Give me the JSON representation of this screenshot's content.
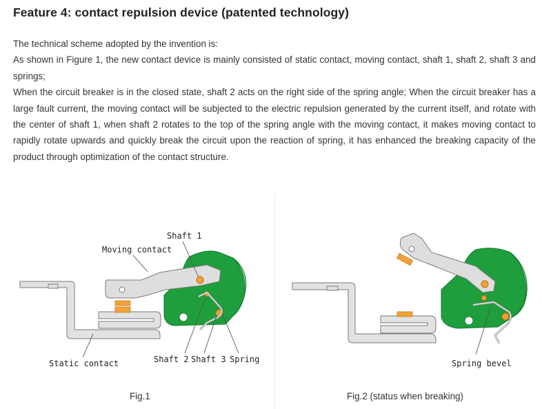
{
  "title": "Feature 4: contact repulsion device (patented technology)",
  "paragraphs": [
    "The technical scheme adopted by the invention is:",
    "As shown in Figure 1, the new contact device is mainly consisted of static contact, moving contact, shaft 1, shaft 2, shaft 3 and springs;",
    "When the circuit breaker is in the closed state, shaft 2 acts on the right side of the spring angle; When the circuit breaker has a large fault current, the moving contact will be subjected to the electric repulsion generated by the current itself, and rotate with the center of shaft 1, when shaft 2 rotates to the top of the spring angle with the moving contact, it makes moving contact to rapidly rotate upwards and quickly break the circuit upon the reaction of spring, it has enhanced the breaking capacity of the product through optimization of the contact structure."
  ],
  "fig1": {
    "labels": {
      "shaft1": "Shaft 1",
      "moving_contact": "Moving contact",
      "static_contact": "Static contact",
      "shaft2": "Shaft 2",
      "shaft3": "Shaft 3",
      "spring": "Spring"
    },
    "caption": "Fig.1"
  },
  "fig2": {
    "labels": {
      "spring_bevel": "Spring bevel"
    },
    "caption": "Fig.2 (status when breaking)"
  },
  "colors": {
    "green": "#1e9e3c",
    "orange": "#f0a23a",
    "metal": "#d8d8d8",
    "outline": "#777777"
  }
}
